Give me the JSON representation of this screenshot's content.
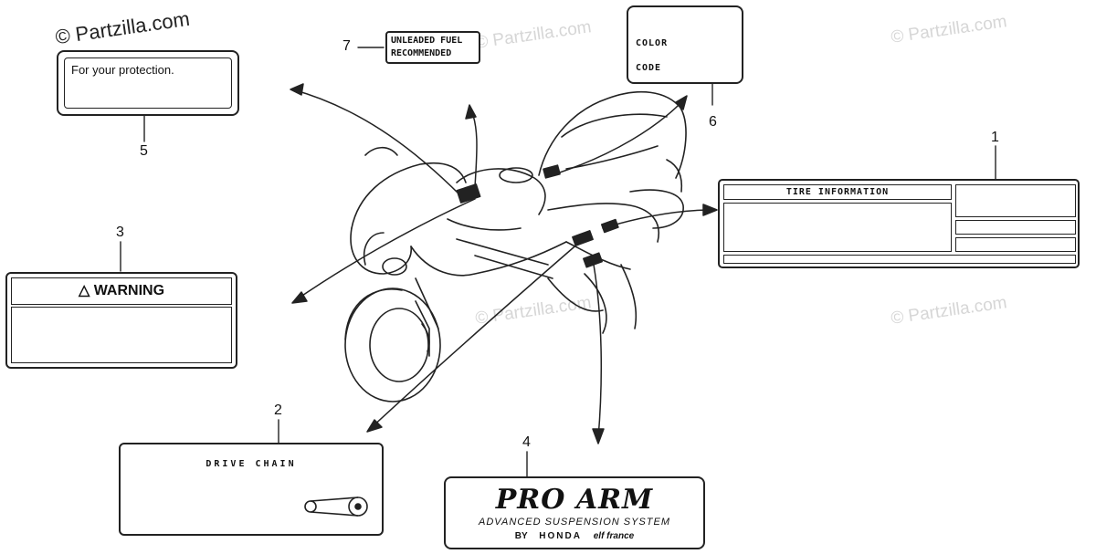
{
  "watermark": {
    "main": "© Partzilla.com",
    "faint": "© Partzilla.com"
  },
  "labels": {
    "l1": {
      "num": "1",
      "title": "TIRE INFORMATION"
    },
    "l2": {
      "num": "2",
      "title": "DRIVE CHAIN"
    },
    "l3": {
      "num": "3",
      "title": "△ WARNING"
    },
    "l4": {
      "num": "4",
      "logo": "PRO ARM",
      "line1": "ADVANCED SUSPENSION SYSTEM",
      "by": "BY",
      "brand1": "HONDA",
      "brand2": "elf france"
    },
    "l5": {
      "num": "5",
      "text": "For your protection."
    },
    "l6": {
      "num": "6",
      "line1": "COLOR",
      "line2": "CODE"
    },
    "l7": {
      "num": "7",
      "line1": "UNLEADED FUEL",
      "line2": "RECOMMENDED"
    }
  }
}
